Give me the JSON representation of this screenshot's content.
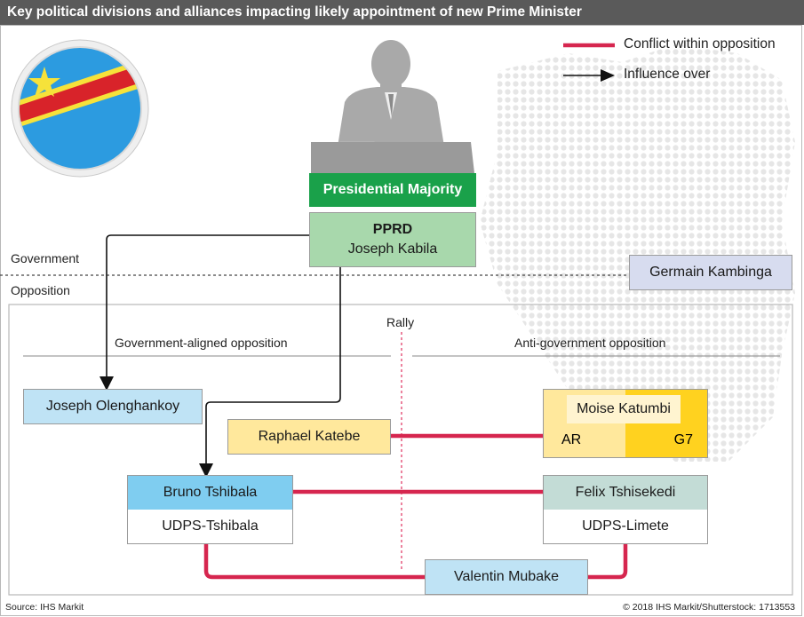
{
  "title": "Key political divisions and alliances impacting likely appointment of new Prime Minister",
  "legend": {
    "conflict": "Conflict within opposition",
    "influence": "Influence over"
  },
  "sections": {
    "government": "Government",
    "opposition": "Opposition",
    "gov_aligned": "Government-aligned opposition",
    "anti_gov": "Anti-government opposition",
    "rally": "Rally"
  },
  "nodes": {
    "presidential_majority": "Presidential Majority",
    "pprd": "PPRD",
    "kabila": "Joseph Kabila",
    "kambinga": "Germain Kambinga",
    "olenghankoy": "Joseph Olenghankoy",
    "katebe": "Raphael Katebe",
    "katumbi": "Moise Katumbi",
    "ar": "AR",
    "g7": "G7",
    "tshibala": "Bruno Tshibala",
    "udps_tshibala": "UDPS-Tshibala",
    "tshisekedi": "Felix Tshisekedi",
    "udps_limete": "UDPS-Limete",
    "mubake": "Valentin Mubake"
  },
  "footer": {
    "source": "Source: IHS Markit",
    "credit": "© 2018 IHS Markit/Shutterstock: 1713553"
  },
  "colors": {
    "conflict_line": "#d6264f",
    "green_header": "#1aa14a",
    "pprd_fill": "#a8d8ac",
    "light_blue": "#bfe3f5",
    "blue": "#7fcdf0",
    "yellow_light": "#ffe89c",
    "yellow": "#ffd21f",
    "teal_light": "#c3dcd6"
  }
}
